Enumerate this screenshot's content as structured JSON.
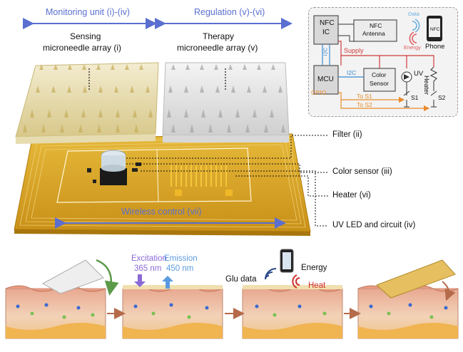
{
  "header": {
    "monitoring": "Monitoring unit (i)-(iv)",
    "regulation": "Regulation (v)-(vi)"
  },
  "arrays": {
    "sensing_line1": "Sensing",
    "sensing_line2": "microneedle array (i)",
    "therapy_line1": "Therapy",
    "therapy_line2": "microneedle array (v)"
  },
  "callouts": {
    "filter": "Filter (ii)",
    "color_sensor": "Color sensor (iii)",
    "heater": "Heater (vi)",
    "uv_led": "UV LED and circuit (iv)",
    "wireless": "Wireless control (vii)"
  },
  "circuit": {
    "nfc_ic_1": "NFC",
    "nfc_ic_2": "IC",
    "nfc_antenna_1": "NFC",
    "nfc_antenna_2": "Antenna",
    "data": "Data",
    "energy": "Energy",
    "phone": "Phone",
    "nfc_badge": "NFC",
    "i2c_vertical": "I2C",
    "supply": "Supply",
    "mcu": "MCU",
    "i2c": "I2C",
    "color_sensor_1": "Color",
    "color_sensor_2": "Sensor",
    "uv": "UV",
    "heater": "Heater",
    "gpio": "GPIO",
    "to_s1": "To S1",
    "to_s2": "To S2",
    "s1": "S1",
    "s2": "S2"
  },
  "process": {
    "excitation": "Excitation",
    "excitation_nm": "365 nm",
    "emission": "Emission",
    "emission_nm": "450 nm",
    "glu_data": "Glu data",
    "energy": "Energy",
    "heat": "Heat"
  },
  "colors": {
    "header_blue": "#5a6fd0",
    "supply_red": "#d03a3a",
    "i2c_blue": "#3a8ad0",
    "gpio_orange": "#e88a2a",
    "pcb_gold": "#d9a92a",
    "excitation_purple": "#8a6ad8",
    "emission_blue": "#5a9ae0",
    "heat_red": "#d02a2a"
  }
}
